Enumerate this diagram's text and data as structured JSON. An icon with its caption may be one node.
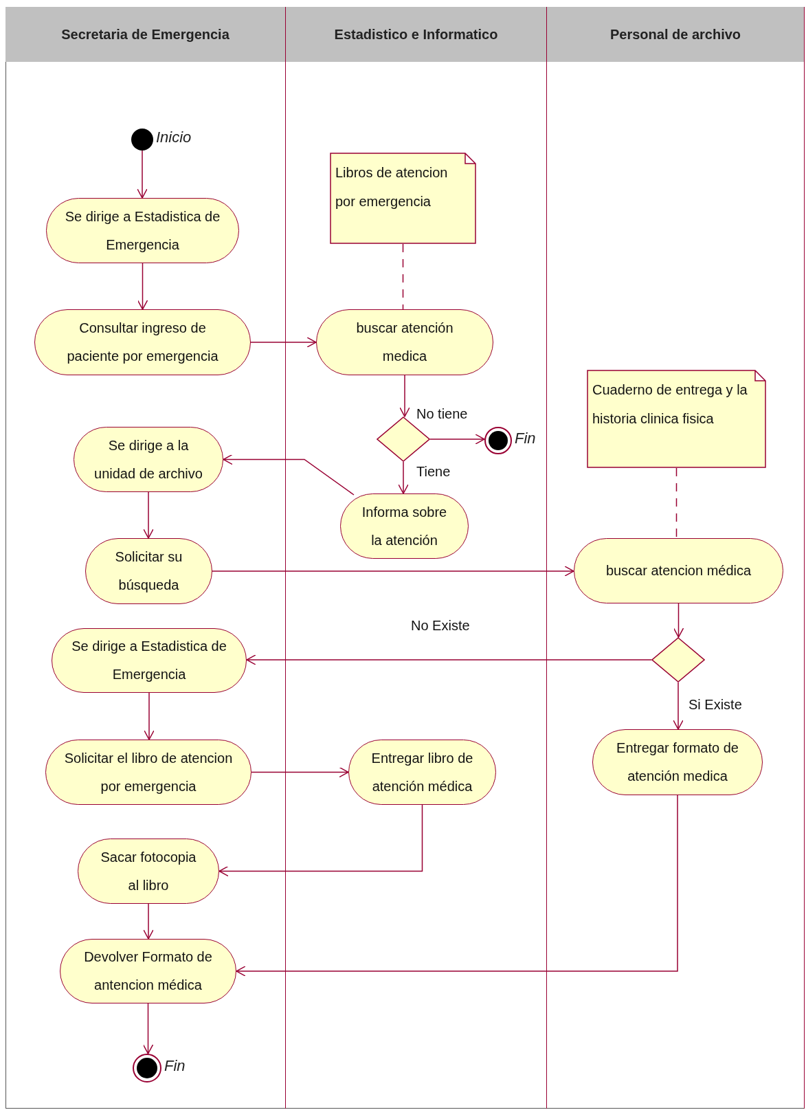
{
  "diagram": {
    "nodes": [
      {
        "text": [
          "Secretaria de Emergencia"
        ]
      },
      {
        "text": [
          "Estadistico e Informatico"
        ]
      },
      {
        "text": [
          "Personal de archivo"
        ]
      },
      {
        "text": [],
        "shape": "circle",
        "in": 0,
        "beside": [
          "Inicio"
        ]
      },
      {
        "text": [
          "Se dirige a Estadistica de Emergencia"
        ],
        "in": 0
      },
      {
        "text": [
          "Consultar ingreso de paciente por emergencia"
        ],
        "in": 0
      },
      {
        "text": [
          "Libros de atencion por emergencia"
        ],
        "in": 1
      },
      {
        "text": [
          "buscar atención medica"
        ],
        "in": 1
      },
      {
        "text": [],
        "shape": "diamond",
        "in": 1
      },
      {
        "text": [],
        "shape": "circle",
        "in": 1,
        "beside": [
          "Fin"
        ]
      },
      {
        "text": [
          "Se dirige a la unidad de archivo"
        ],
        "in": 0
      },
      {
        "text": [
          "Informa sobre la atención"
        ],
        "in": 1
      },
      {
        "text": [
          "Solicitar su búsqueda"
        ],
        "in": 0
      },
      {
        "text": [
          "Cuaderno de entrega y la historia clinica fisica"
        ],
        "in": 2
      },
      {
        "text": [
          "buscar atencion médica"
        ],
        "in": 2
      },
      {
        "text": [],
        "shape": "diamond",
        "in": 2
      },
      {
        "text": [
          "Se dirige a Estadistica de Emergencia"
        ],
        "in": 0
      },
      {
        "text": [
          "Solicitar el libro de atencion por emergencia"
        ],
        "in": 0
      },
      {
        "text": [
          "Entregar libro de atención médica"
        ],
        "in": 1
      },
      {
        "text": [
          "Entregar formato de atención medica"
        ],
        "in": 2
      },
      {
        "text": [
          "Sacar  fotocopia al libro"
        ],
        "in": 0
      },
      {
        "text": [
          "Devolver Formato de antencion médica"
        ],
        "in": 0
      },
      {
        "text": [],
        "shape": "circle",
        "in": 0,
        "beside": [
          "Fin"
        ]
      }
    ],
    "edges": [
      {
        "from": 3,
        "to": 4,
        "arrow": "to"
      },
      {
        "from": 4,
        "to": 5,
        "arrow": "to"
      },
      {
        "from": 5,
        "to": 7,
        "arrow": "to"
      },
      {
        "from": 6,
        "to": 7,
        "arrow": "none",
        "style": "dashed"
      },
      {
        "from": 7,
        "to": 8,
        "arrow": "to"
      },
      {
        "from": 8,
        "to": 9,
        "arrow": "to",
        "label": "No tiene"
      },
      {
        "from": 8,
        "to": 11,
        "arrow": "to",
        "label": "Tiene"
      },
      {
        "from": 11,
        "to": 10,
        "arrow": "to"
      },
      {
        "from": 10,
        "to": 12,
        "arrow": "to"
      },
      {
        "from": 12,
        "to": 14,
        "arrow": "to"
      },
      {
        "from": 13,
        "to": 14,
        "arrow": "none",
        "style": "dashed"
      },
      {
        "from": 14,
        "to": 15,
        "arrow": "to"
      },
      {
        "from": 15,
        "to": 16,
        "arrow": "to",
        "label": "No Existe"
      },
      {
        "from": 15,
        "to": 19,
        "arrow": "to",
        "label": "Si Existe"
      },
      {
        "from": 16,
        "to": 17,
        "arrow": "to"
      },
      {
        "from": 17,
        "to": 18,
        "arrow": "to"
      },
      {
        "from": 18,
        "to": 20,
        "arrow": "to"
      },
      {
        "from": 19,
        "to": 21,
        "arrow": "to"
      },
      {
        "from": 20,
        "to": 21,
        "arrow": "to"
      },
      {
        "from": 21,
        "to": 22,
        "arrow": "to"
      }
    ]
  }
}
